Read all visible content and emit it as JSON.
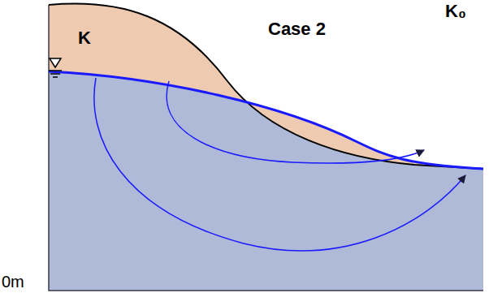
{
  "diagram": {
    "labels": [
      "Case 2",
      "K",
      "0m",
      "K₀"
    ]
  }
}
